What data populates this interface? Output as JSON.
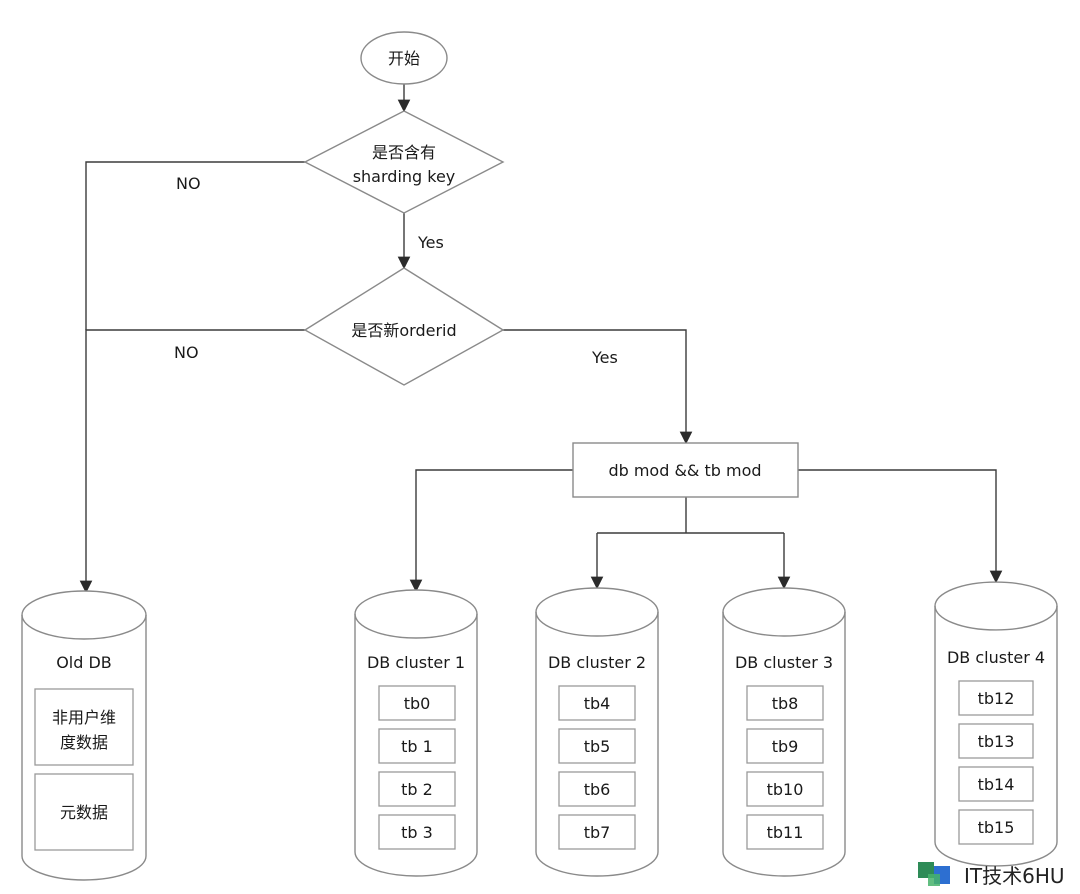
{
  "start": {
    "label": "开始"
  },
  "decision1": {
    "line1": "是否含有",
    "line2": "sharding key"
  },
  "decision2": {
    "label": "是否新orderid"
  },
  "router": {
    "label": "db mod && tb mod"
  },
  "edges": {
    "no1": "NO",
    "no2": "NO",
    "yes1": "Yes",
    "yes2": "Yes"
  },
  "old_db": {
    "title": "Old DB",
    "box1_line1": "非用户维",
    "box1_line2": "度数据",
    "box2": "元数据"
  },
  "clusters": [
    {
      "title": "DB cluster 1",
      "tables": [
        "tb0",
        "tb 1",
        "tb 2",
        "tb 3"
      ]
    },
    {
      "title": "DB cluster 2",
      "tables": [
        "tb4",
        "tb5",
        "tb6",
        "tb7"
      ]
    },
    {
      "title": "DB cluster 3",
      "tables": [
        "tb8",
        "tb9",
        "tb10",
        "tb11"
      ]
    },
    {
      "title": "DB cluster 4",
      "tables": [
        "tb12",
        "tb13",
        "tb14",
        "tb15"
      ]
    }
  ],
  "watermark": {
    "text": "IT技术6HU"
  },
  "colors": {
    "stroke": "#8a8a8a",
    "edge": "#3c3c3c",
    "text": "#1a1a1a"
  }
}
